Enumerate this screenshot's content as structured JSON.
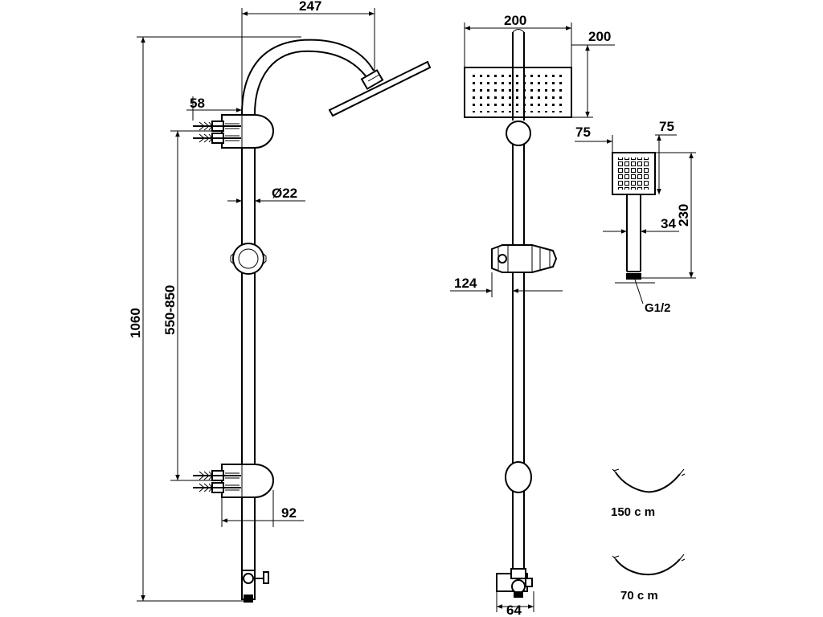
{
  "dimensions": {
    "arm_projection": "247",
    "head_width_front": "200",
    "head_depth": "200",
    "hand_width": "75",
    "hand_depth": "75",
    "hand_length": "230",
    "handle_diameter": "34",
    "thread": "G1/2",
    "bracket_offset": "58",
    "pipe_diameter": "Ø22",
    "bracket_spacing": "550-850",
    "total_height": "1060",
    "slider_projection": "124",
    "wall_distance": "92",
    "inlet_width": "64"
  },
  "hoses": [
    {
      "length": "150 c m"
    },
    {
      "length": "70 c m"
    }
  ]
}
